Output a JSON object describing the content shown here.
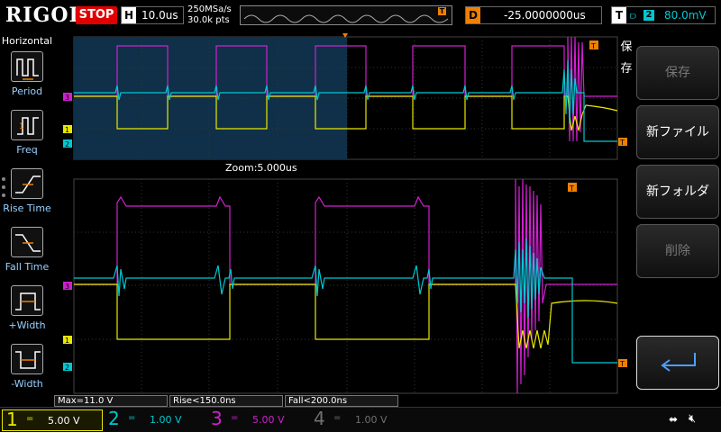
{
  "topbar": {
    "logo": "RIGOL",
    "run_state": "STOP",
    "timebase_tag": "H",
    "timebase": "10.0us",
    "sample_rate": "250MSa/s",
    "memory_depth": "30.0k pts",
    "delay_tag": "D",
    "delay": "-25.0000000us",
    "trigger_tag": "T",
    "trigger_edge": "⫐",
    "trigger_source": "2",
    "trigger_level": "80.0mV"
  },
  "left_menu": {
    "title": "Horizontal",
    "items": [
      {
        "label": "Period",
        "icon": "period-icon"
      },
      {
        "label": "Freq",
        "icon": "freq-icon"
      },
      {
        "label": "Rise Time",
        "icon": "rise-time-icon"
      },
      {
        "label": "Fall Time",
        "icon": "fall-time-icon"
      },
      {
        "label": "+Width",
        "icon": "positive-width-icon"
      },
      {
        "label": "-Width",
        "icon": "negative-width-icon"
      }
    ]
  },
  "scope": {
    "zoom_label": "Zoom:5.000us",
    "channel_markers": [
      "3",
      "1",
      "2"
    ],
    "trigger_marker": "T"
  },
  "right_panel": {
    "title": "保存",
    "buttons": [
      {
        "label": "保存",
        "enabled": false
      },
      {
        "label": "新ファイル",
        "enabled": true
      },
      {
        "label": "新フォルダ",
        "enabled": true
      },
      {
        "label": "削除",
        "enabled": false
      }
    ]
  },
  "measurements": [
    {
      "text": "Max=11.0 V"
    },
    {
      "text": "Rise<150.0ns"
    },
    {
      "text": "Fall<200.0ns"
    }
  ],
  "channels": [
    {
      "num": "1",
      "value": "5.00 V",
      "color": "#e8e800",
      "active": true
    },
    {
      "num": "2",
      "value": "1.00 V",
      "color": "#00c8d2",
      "active": false
    },
    {
      "num": "3",
      "value": "5.00 V",
      "color": "#d020d0",
      "active": false
    },
    {
      "num": "4",
      "value": "1.00 V",
      "color": "#606060",
      "active": false
    }
  ],
  "colors": {
    "ch1": "#e8e800",
    "ch2": "#00c8d2",
    "ch3": "#d020d0",
    "trigger": "#f08000",
    "stop": "#e00000"
  }
}
